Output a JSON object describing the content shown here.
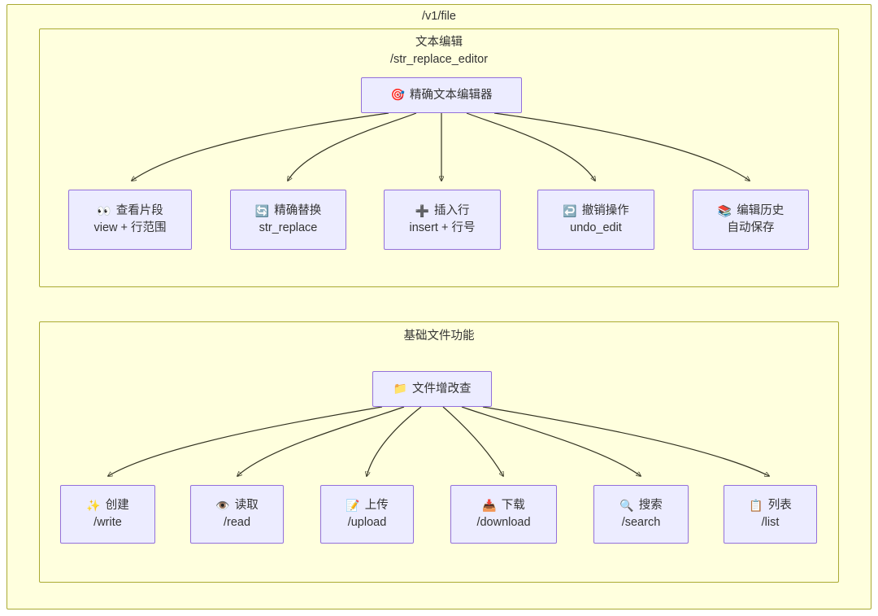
{
  "diagram": {
    "type": "flowchart",
    "outer_group": {
      "title": "/v1/file",
      "bg_color": "#ffffde",
      "border_color": "#aaaa33"
    },
    "groups": [
      {
        "id": "text-edit",
        "title": "文本编辑\n/str_replace_editor",
        "title_zh": "文本编辑",
        "title_path": "/str_replace_editor",
        "root": {
          "id": "editor-root",
          "icon": "🎯",
          "icon_name": "target-icon",
          "label": "精确文本编辑器",
          "sublabel": ""
        },
        "children": [
          {
            "id": "view",
            "icon": "👀",
            "icon_name": "eyes-icon",
            "label": "查看片段",
            "sublabel": "view + 行范围"
          },
          {
            "id": "str-replace",
            "icon": "🔄",
            "icon_name": "refresh-icon",
            "label": "精确替换",
            "sublabel": "str_replace"
          },
          {
            "id": "insert",
            "icon": "➕",
            "icon_name": "plus-icon",
            "label": "插入行",
            "sublabel": "insert + 行号"
          },
          {
            "id": "undo-edit",
            "icon": "↩️",
            "icon_name": "undo-icon",
            "label": "撤销操作",
            "sublabel": "undo_edit"
          },
          {
            "id": "history",
            "icon": "📚",
            "icon_name": "books-icon",
            "label": "编辑历史",
            "sublabel": "自动保存"
          }
        ]
      },
      {
        "id": "file-basic",
        "title": "基础文件功能",
        "title_zh": "基础文件功能",
        "title_path": "",
        "root": {
          "id": "file-root",
          "icon": "📁",
          "icon_name": "folder-icon",
          "label": "文件增改查",
          "sublabel": ""
        },
        "children": [
          {
            "id": "write",
            "icon": "✨",
            "icon_name": "sparkles-icon",
            "label": "创建",
            "sublabel": "/write"
          },
          {
            "id": "read",
            "icon": "👁️",
            "icon_name": "eye-icon",
            "label": "读取",
            "sublabel": "/read"
          },
          {
            "id": "upload",
            "icon": "📝",
            "icon_name": "memo-icon",
            "label": "上传",
            "sublabel": "/upload"
          },
          {
            "id": "download",
            "icon": "📥",
            "icon_name": "inbox-tray-icon",
            "label": "下载",
            "sublabel": "/download"
          },
          {
            "id": "search",
            "icon": "🔍",
            "icon_name": "magnifying-glass-icon",
            "label": "搜索",
            "sublabel": "/search"
          },
          {
            "id": "list",
            "icon": "📋",
            "icon_name": "clipboard-icon",
            "label": "列表",
            "sublabel": "/list"
          }
        ]
      }
    ],
    "colors": {
      "group_bg": "#ffffde",
      "group_border": "#aaaa33",
      "node_bg": "#ececff",
      "node_border": "#9370db",
      "edge": "#333322",
      "text": "#333333"
    }
  }
}
